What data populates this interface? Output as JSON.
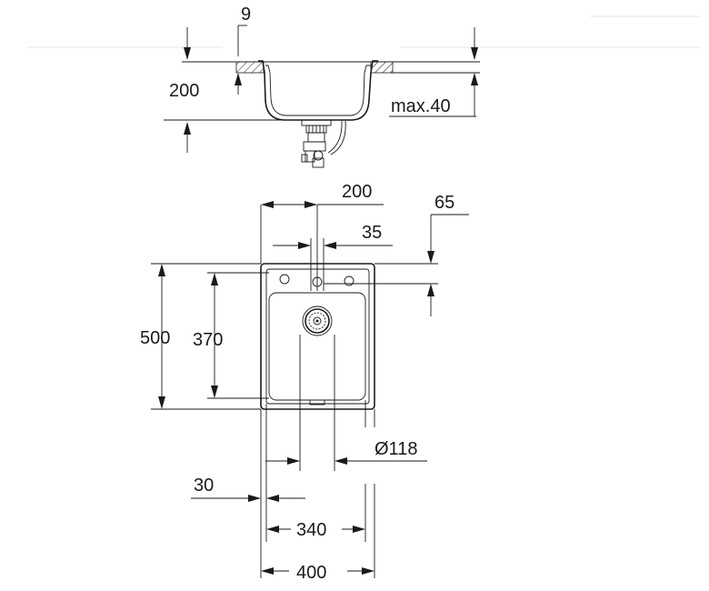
{
  "dimensions": {
    "rim_width": "9",
    "bowl_depth": "200",
    "max_thickness": "max.40",
    "tap_offset": "200",
    "tap_hole": "35",
    "tap_depth": "65",
    "overall_length": "500",
    "bowl_length": "370",
    "waste_diameter": "Ø118",
    "edge_offset": "30",
    "bowl_width": "340",
    "overall_width": "400"
  },
  "icons": {
    "arrow": "arrowhead-icon",
    "waste": "strainer-waste-icon",
    "hatch": "worktop-hatch-icon"
  }
}
